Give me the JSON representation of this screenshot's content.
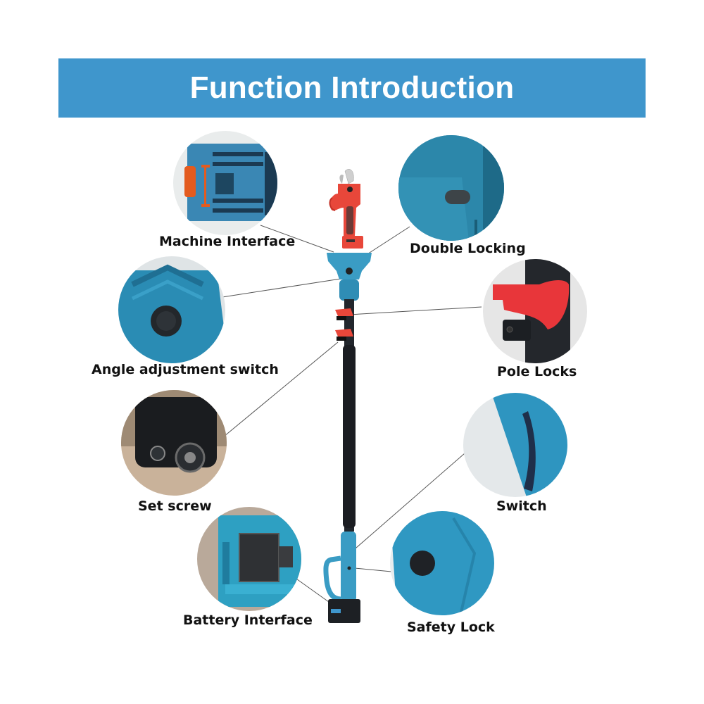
{
  "title": "Function Introduction",
  "colors": {
    "banner": "#3f96cc",
    "tool_blue": "#3a9cc4",
    "tool_red": "#e8473a",
    "pole": "#22262c"
  },
  "features": [
    {
      "id": "machine-interface",
      "label": "Machine Interface",
      "icon": "machine-interface-icon"
    },
    {
      "id": "double-locking",
      "label": "Double Locking",
      "icon": "double-locking-icon"
    },
    {
      "id": "angle-adjustment-switch",
      "label": "Angle adjustment switch",
      "icon": "angle-adjustment-icon"
    },
    {
      "id": "pole-locks",
      "label": "Pole Locks",
      "icon": "pole-lock-icon"
    },
    {
      "id": "set-screw",
      "label": "Set screw",
      "icon": "set-screw-icon"
    },
    {
      "id": "switch",
      "label": "Switch",
      "icon": "switch-icon"
    },
    {
      "id": "battery-interface",
      "label": "Battery Interface",
      "icon": "battery-interface-icon"
    },
    {
      "id": "safety-lock",
      "label": "Safety Lock",
      "icon": "safety-lock-icon"
    }
  ]
}
